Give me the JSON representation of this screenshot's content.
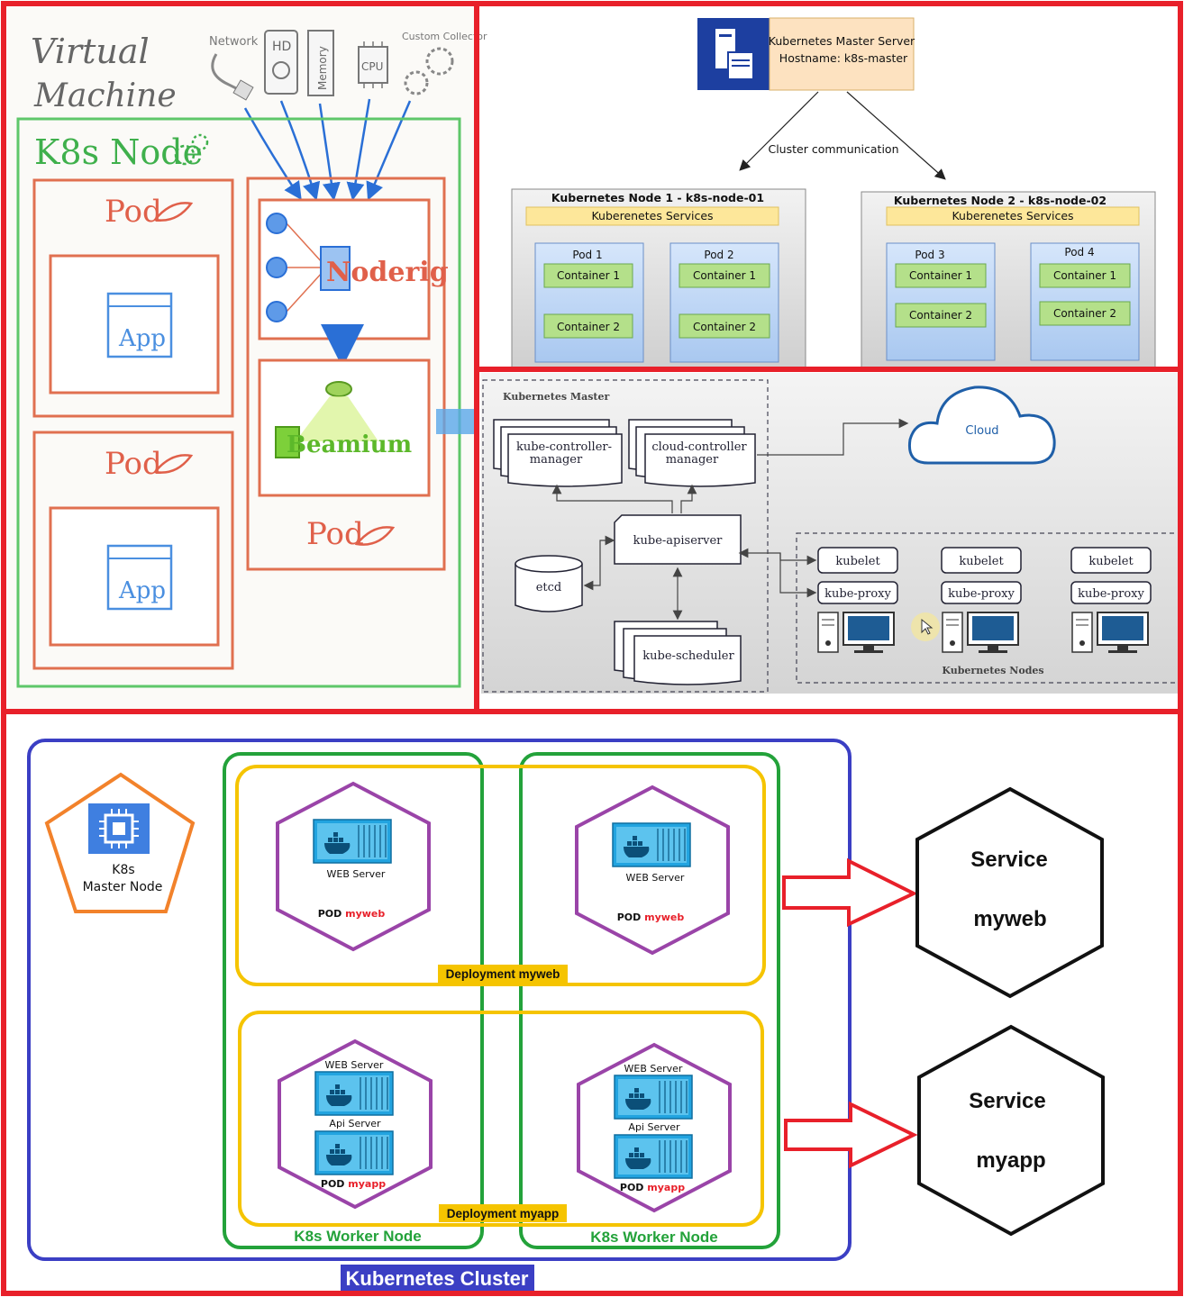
{
  "panel1": {
    "vm_label_line1": "Virtual",
    "vm_label_line2": "Machine",
    "res_network": "Network",
    "res_hd": "HD",
    "res_memory": "Memory",
    "res_cpu": "CPU",
    "res_custom": "Custom Collector",
    "node_label": "K8s Node",
    "pod_label": "Pod",
    "app_label": "App",
    "noderig_label": "Noderig",
    "beamium_label": "Beamium"
  },
  "panel2": {
    "master_line1": "Kubernetes Master Server",
    "master_line2": "Hostname: k8s-master",
    "cluster_comm": "Cluster communication",
    "node1_title": "Kubernetes Node 1 - k8s-node-01",
    "node2_title": "Kubernetes Node 2 - k8s-node-02",
    "services_label": "Kuberenetes Services",
    "pod1": "Pod 1",
    "pod2": "Pod 2",
    "pod3": "Pod 3",
    "pod4": "Pod 4",
    "container1": "Container 1",
    "container2": "Container 2"
  },
  "panel3": {
    "master_title": "Kubernetes Master",
    "kcm_line1": "kube-controller-",
    "kcm_line2": "manager",
    "ccm_line1": "cloud-controller",
    "ccm_line2": "manager",
    "cloud": "Cloud",
    "apiserver": "kube-apiserver",
    "etcd": "etcd",
    "scheduler": "kube-scheduler",
    "kubelet": "kubelet",
    "kube_proxy": "kube-proxy",
    "nodes_title": "Kubernetes Nodes"
  },
  "panel4": {
    "master_line1": "K8s",
    "master_line2": "Master Node",
    "web_server": "WEB Server",
    "api_server": "Api Server",
    "pod_prefix": "POD",
    "myweb": "myweb",
    "myapp": "myapp",
    "deployment_myweb": "Deployment myweb",
    "deployment_myapp": "Deployment myapp",
    "worker_node": "K8s Worker Node",
    "cluster_label": "Kubernetes Cluster",
    "service_label": "Service",
    "service1_name": "myweb",
    "service2_name": "myapp"
  },
  "colors": {
    "frame_red": "#e8202a",
    "cluster_blue": "#3b3fc4",
    "worker_green": "#23a23a",
    "deployment_yellow": "#f5c400",
    "pod_purple": "#9a44a8",
    "master_orange": "#f2822b",
    "docker_blue": "#1e9bd7"
  }
}
